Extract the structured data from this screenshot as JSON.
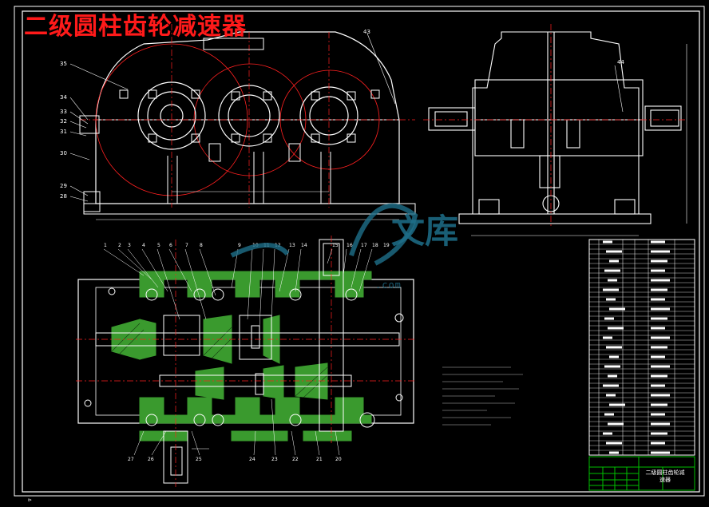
{
  "drawing": {
    "title": "二级圆柱齿轮减速器",
    "watermark_brand": "文库",
    "watermark_url": ".com"
  },
  "colors": {
    "background": "#000000",
    "frame": "#ffffff",
    "centerline": "#ff2020",
    "gear_outline": "#ff2020",
    "section_hatch": "#3a9a2e",
    "title_block": "#00c000",
    "watermark": "#1e6f8a"
  },
  "top_view_callouts": [
    "35",
    "34",
    "33",
    "32",
    "31",
    "30",
    "29",
    "28",
    "43",
    "44"
  ],
  "section_callouts_top": [
    "1",
    "2",
    "3",
    "4",
    "5",
    "6",
    "7",
    "8",
    "9",
    "10",
    "11",
    "12",
    "13",
    "14",
    "15",
    "16",
    "17",
    "18",
    "19"
  ],
  "section_callouts_bottom": [
    "27",
    "26",
    "25",
    "24",
    "23",
    "22",
    "21",
    "20"
  ],
  "title_block": {
    "drawing_name": "二级圆柱齿轮减速器"
  }
}
